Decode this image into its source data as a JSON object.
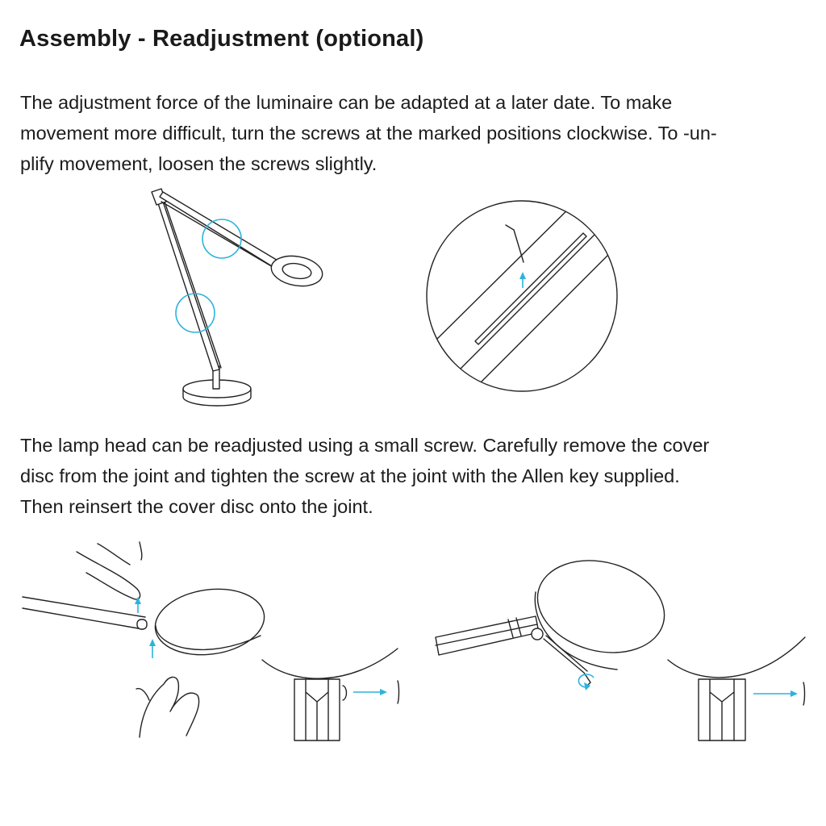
{
  "page": {
    "title": "Assembly - Readjustment (optional)",
    "paragraph1": [
      "The adjustment force of the luminaire can be adapted at  a later date. To make",
      "movement more difficult, turn the screws at the marked positions clockwise. To -un-",
      "plify movement, loosen the screws slightly."
    ],
    "paragraph2": [
      "The lamp head can be readjusted using a small screw. Carefully remove the cover",
      "disc from the joint and tighten the screw at the joint with the Allen key supplied.",
      "Then reinsert the cover disc onto the joint."
    ]
  },
  "colors": {
    "accent": "#2bb3dc",
    "ink": "#222222"
  },
  "illustrations": [
    "desk-lamp-with-marked-joints",
    "magnified-arm-screw-detail",
    "removing-cover-disc",
    "allen-key-tightening",
    "reinsert-cover-disc-1",
    "reinsert-cover-disc-2"
  ]
}
